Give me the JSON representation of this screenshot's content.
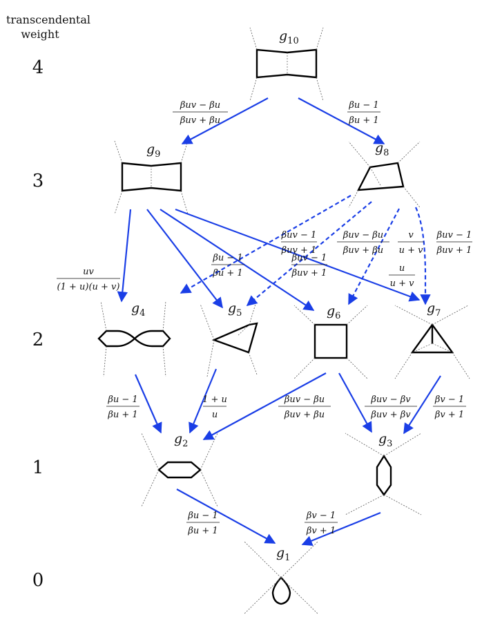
{
  "header": {
    "line1": "transcendental",
    "line2": "weight"
  },
  "weights": [
    "4",
    "3",
    "2",
    "1",
    "0"
  ],
  "nodes": {
    "g10": {
      "base": "g",
      "sub": "10"
    },
    "g9": {
      "base": "g",
      "sub": "9"
    },
    "g8": {
      "base": "g",
      "sub": "8"
    },
    "g7": {
      "base": "g",
      "sub": "7"
    },
    "g6": {
      "base": "g",
      "sub": "6"
    },
    "g5": {
      "base": "g",
      "sub": "5"
    },
    "g4": {
      "base": "g",
      "sub": "4"
    },
    "g3": {
      "base": "g",
      "sub": "3"
    },
    "g2": {
      "base": "g",
      "sub": "2"
    },
    "g1": {
      "base": "g",
      "sub": "1"
    }
  },
  "edges": {
    "g10_g9": {
      "num": "βuv − βu",
      "den": "βuv + βu"
    },
    "g10_g8": {
      "num": "βu − 1",
      "den": "βu + 1"
    },
    "g8_g4": {
      "num": "βuv − 1",
      "den": "βuv + 1"
    },
    "g8_g5": {
      "num": "βuv − βu",
      "den": "βuv + βu"
    },
    "g8_g6": {
      "num": "v",
      "den": "u + v"
    },
    "g8_g7": {
      "num": "βuv − 1",
      "den": "βuv + 1"
    },
    "g9_g4": {
      "num": "uv",
      "den": "(1 + u)(u + v)"
    },
    "g9_g5": {
      "num": "βu − 1",
      "den": "βu + 1"
    },
    "g9_g6": {
      "num": "βuv − 1",
      "den": "βuv + 1"
    },
    "g9_g7": {
      "num": "u",
      "den": "u + v"
    },
    "g4_g2": {
      "num": "βu − 1",
      "den": "βu + 1"
    },
    "g5_g2": {
      "num": "1 + u",
      "den": "u"
    },
    "g6_g2": {
      "num": "βuv − βu",
      "den": "βuv + βu"
    },
    "g6_g3": {
      "num": "βuv − βv",
      "den": "βuv + βv"
    },
    "g7_g3": {
      "num": "βv − 1",
      "den": "βv + 1"
    },
    "g2_g1": {
      "num": "βu − 1",
      "den": "βu + 1"
    },
    "g3_g1": {
      "num": "βv − 1",
      "den": "βv + 1"
    }
  },
  "colors": {
    "edge": "#1a3ee6",
    "shape": "#000000",
    "leg": "#555555"
  }
}
